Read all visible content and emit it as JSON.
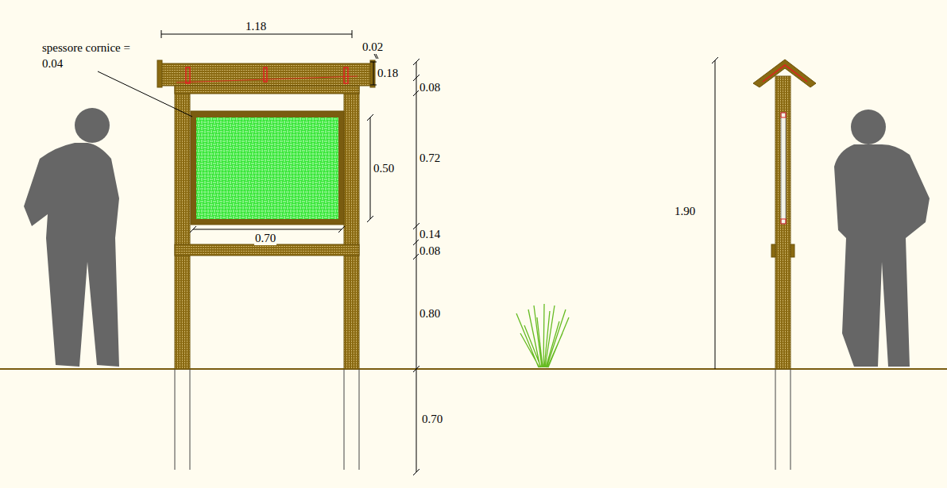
{
  "diagram": {
    "labels": [
      "1.18",
      "0.02",
      "spessore cornice = 0.04",
      "0.18",
      "0.08",
      "0.72",
      "0.50",
      "0.70",
      "0.14",
      "0.08",
      "0.80",
      "0.70",
      "1.90"
    ]
  }
}
